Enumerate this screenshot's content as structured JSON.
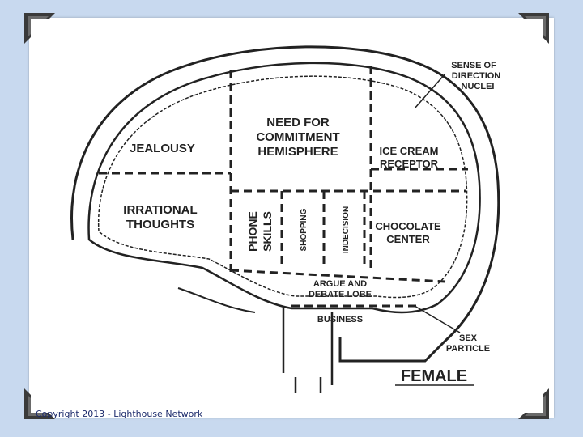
{
  "slide": {
    "background_color": "#c8d9ef",
    "card_color": "#ffffff",
    "corner_color": "#3a3a3a"
  },
  "diagram": {
    "regions": {
      "jealousy": "JEALOUSY",
      "commitment_1": "NEED FOR",
      "commitment_2": "COMMITMENT",
      "commitment_3": "HEMISPHERE",
      "ice_cream_1": "ICE CREAM",
      "ice_cream_2": "RECEPTOR",
      "irrational_1": "IRRATIONAL",
      "irrational_2": "THOUGHTS",
      "phone_1": "PHONE",
      "phone_2": "SKILLS",
      "shopping": "SHOPPING",
      "indecision": "INDECISION",
      "chocolate_1": "CHOCOLATE",
      "chocolate_2": "CENTER",
      "argue_1": "ARGUE AND",
      "argue_2": "DEBATE LOBE",
      "business": "BUSINESS"
    },
    "callouts": {
      "direction_1": "SENSE OF",
      "direction_2": "DIRECTION",
      "direction_3": "NUCLEI",
      "sex_1": "SEX",
      "sex_2": "PARTICLE"
    },
    "caption": "FEMALE"
  },
  "footer": {
    "copyright": "Copyright 2013 - Lighthouse Network"
  }
}
